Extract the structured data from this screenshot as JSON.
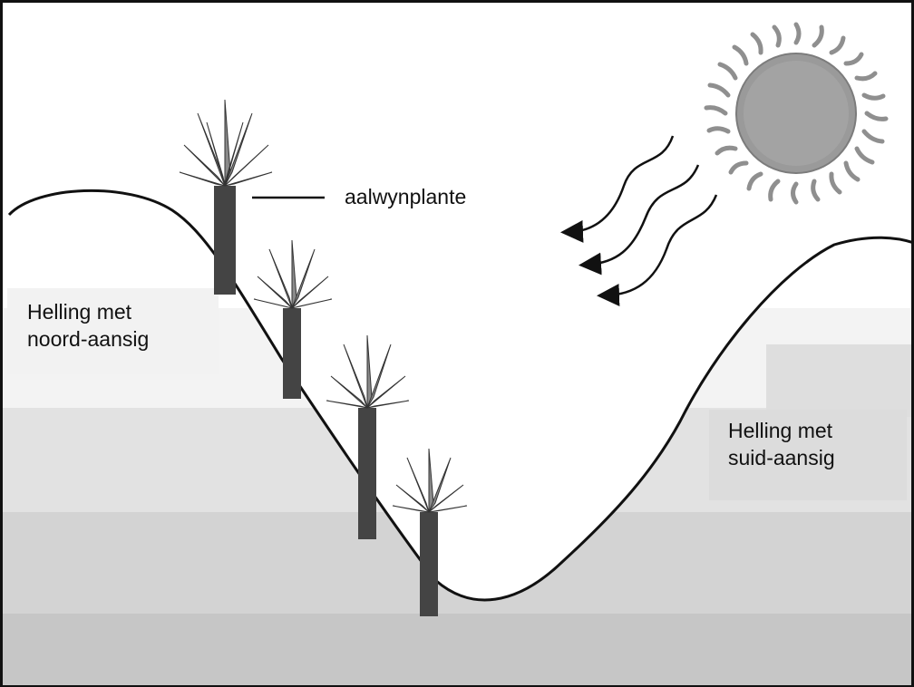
{
  "labels": {
    "aloe": "aalwynplante",
    "north_slope": [
      "Helling met",
      "noord-aansig"
    ],
    "south_slope": [
      "Helling met",
      "suid-aansig"
    ]
  },
  "icons": [
    "sun-icon",
    "heat-ray-icon",
    "aloe-plant-icon"
  ],
  "colors": {
    "ink": "#111111",
    "sun_fill": "#9a9a9a",
    "aloe_leaf": "#8a8a8a"
  }
}
